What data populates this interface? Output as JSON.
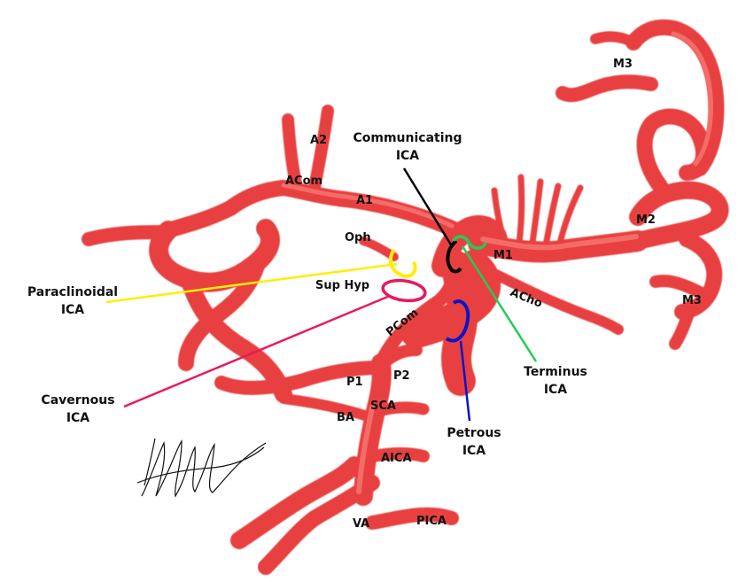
{
  "vessels": {
    "a2": "A2",
    "acom": "ACom",
    "a1": "A1",
    "oph": "Oph",
    "sup_hyp": "Sup Hyp",
    "pcom": "PCom",
    "m1": "M1",
    "m2": "M2",
    "m3_top": "M3",
    "m3_right": "M3",
    "acho": "ACho",
    "p1": "P1",
    "p2": "P2",
    "sca": "SCA",
    "ba": "BA",
    "aica": "AICA",
    "va": "VA",
    "pica": "PICA"
  },
  "segments": {
    "communicating": {
      "line1": "Communicating",
      "line2": "ICA",
      "color": "#000000"
    },
    "terminus": {
      "line1": "Terminus",
      "line2": "ICA",
      "color": "#22cc55"
    },
    "paraclinoidal": {
      "line1": "Paraclinoidal",
      "line2": "ICA",
      "color": "#ffee00"
    },
    "cavernous": {
      "line1": "Cavernous",
      "line2": "ICA",
      "color": "#e8195e"
    },
    "petrous": {
      "line1": "Petrous",
      "line2": "ICA",
      "color": "#0a14c8"
    }
  },
  "colors": {
    "vessel": "#e8403f",
    "vessel_highlight": "#ff9b93"
  }
}
